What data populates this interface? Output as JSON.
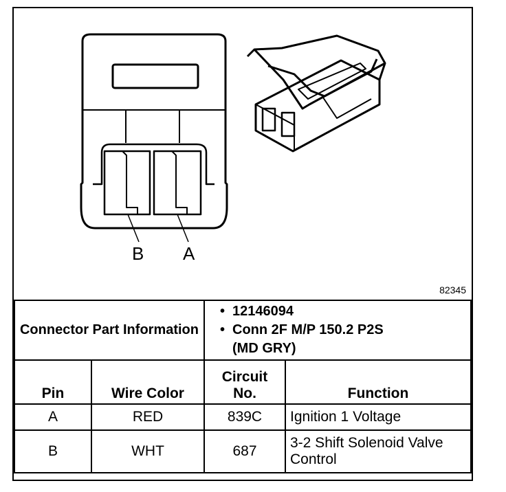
{
  "figure": {
    "number": "82345",
    "pin_labels": [
      "B",
      "A"
    ]
  },
  "connector_info": {
    "label": "Connector Part Information",
    "items": [
      "12146094",
      "Conn 2F M/P 150.2 P2S",
      "(MD GRY)"
    ]
  },
  "table": {
    "headers": {
      "pin": "Pin",
      "wire_color": "Wire Color",
      "circuit": "Circuit No.",
      "function": "Function"
    },
    "rows": [
      {
        "pin": "A",
        "wire_color": "RED",
        "circuit": "839C",
        "function": "Ignition 1 Voltage"
      },
      {
        "pin": "B",
        "wire_color": "WHT",
        "circuit": "687",
        "function": "3-2 Shift Solenoid Valve Control"
      }
    ]
  }
}
